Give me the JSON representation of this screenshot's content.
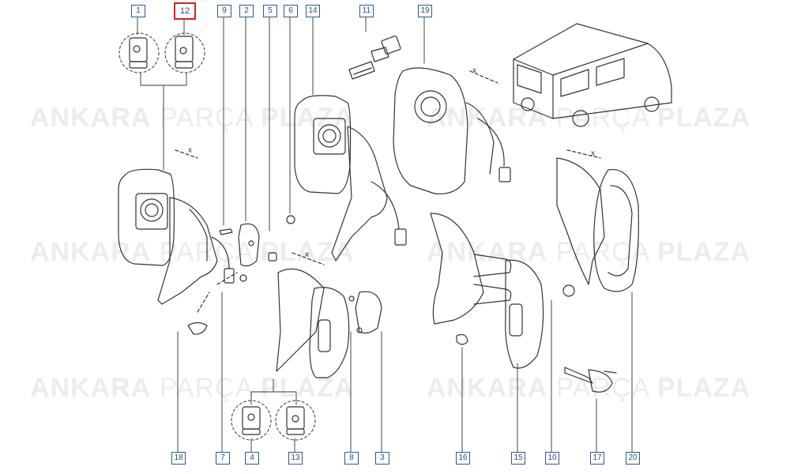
{
  "watermark": {
    "word1": "ANKARA",
    "word2": "PARÇA",
    "word3": "PLAZA"
  },
  "axis_marker": "x",
  "callouts": {
    "c1": "1",
    "c12": "12",
    "c9": "9",
    "c2": "2",
    "c5": "5",
    "c6": "6",
    "c14": "14",
    "c11": "11",
    "c19": "19",
    "c18": "18",
    "c7": "7",
    "c4": "4",
    "c13": "13",
    "c8": "8",
    "c3": "3",
    "c16": "16",
    "c15": "15",
    "c10": "10",
    "c17": "17",
    "c20": "20"
  },
  "highlight": {
    "callout": "12",
    "color": "#d91f1f"
  },
  "colors": {
    "callout_border": "#2b5b8c",
    "line": "#333333",
    "watermark": "#ececec"
  }
}
